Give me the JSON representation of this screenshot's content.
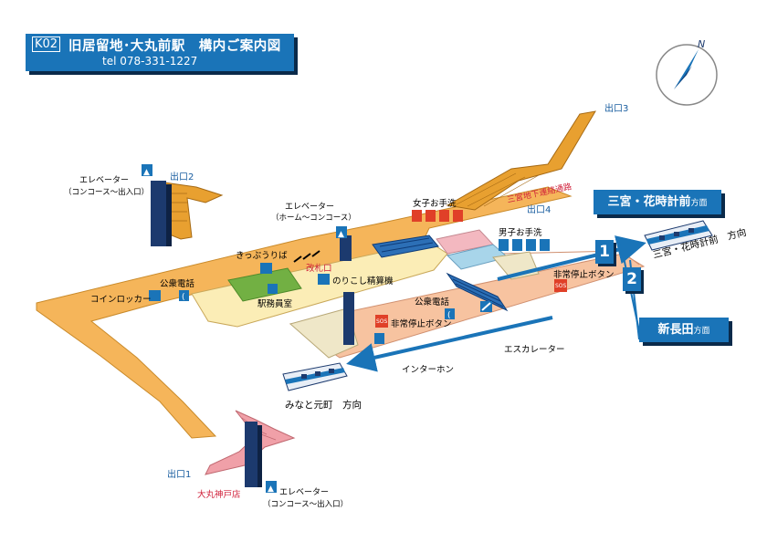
{
  "header": {
    "station_code": "K02",
    "title": "旧居留地･大丸前駅　構内ご案内図",
    "tel": "tel 078-331-1227"
  },
  "compass": {
    "north_label": "N"
  },
  "exits": {
    "exit1": "出口1",
    "exit2": "出口2",
    "exit3": "出口3",
    "exit4": "出口4"
  },
  "labels": {
    "elevator_exit2": "エレベーター",
    "elevator_exit2_sub": "（コンコース〜出入口）",
    "elevator_home": "エレベーター",
    "elevator_home_sub": "（ホーム〜コンコース）",
    "elevator_exit1": "エレベーター",
    "elevator_exit1_sub": "（コンコース〜出入口）",
    "ticket_office": "きっぷうりば",
    "ticket_gate": "改札口",
    "fare_adjust": "のりこし精算機",
    "station_office": "駅務員室",
    "public_phone": "公衆電話",
    "coin_locker": "コインロッカー",
    "sannomiya_passage": "三宮地下連絡通路",
    "womens_toilet": "女子お手洗",
    "mens_toilet": "男子お手洗",
    "emergency_button_1": "非常停止ボタン",
    "emergency_button_2": "非常停止ボタン",
    "public_phone_2": "公衆電話",
    "escalator": "エスカレーター",
    "interphone": "インターホン",
    "daimaru": "大丸神戸店",
    "train_to_minatomotomachi": "みなと元町　方向",
    "train_to_sannomiya": "三宮・花時計前　方向"
  },
  "platforms": {
    "platform1": {
      "number": "1",
      "direction": "三宮・花時計前",
      "direction_suffix": "方面"
    },
    "platform2": {
      "number": "2",
      "direction": "新長田",
      "direction_suffix": "方面"
    }
  },
  "colors": {
    "concourse": "#f5b55a",
    "platform": "#f7c3a0",
    "gate_area": "#fbedb6",
    "passage": "#e8a030",
    "exit1_stairs": "#f0a0a8",
    "accent_blue": "#1a74b8",
    "pillar_navy": "#1c3a6e"
  }
}
